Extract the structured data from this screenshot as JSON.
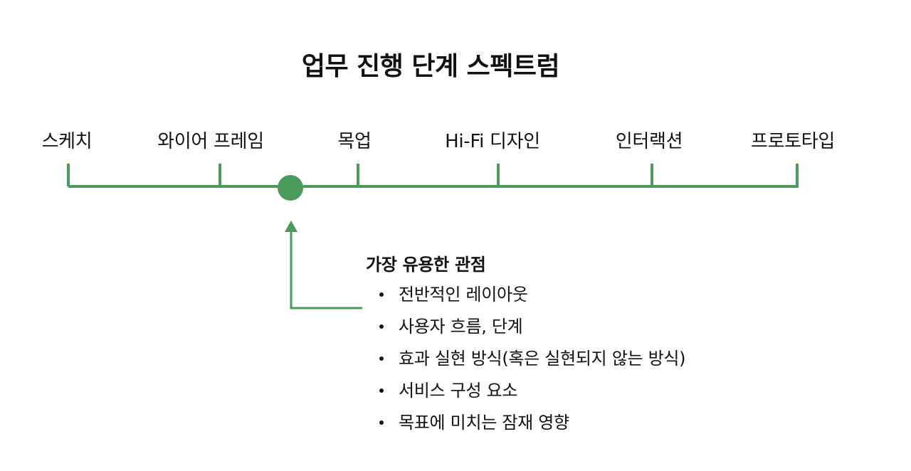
{
  "title": "업무 진행 단계 스펙트럼",
  "stages": [
    "스케치",
    "와이어 프레임",
    "목업",
    "Hi-Fi 디자인",
    "인터랙션",
    "프로토타입"
  ],
  "marker_stage_position": 1.5,
  "info": {
    "heading": "가장 유용한 관점",
    "items": [
      "전반적인 레이아웃",
      "사용자 흐름, 단계",
      "효과 실현 방식(혹은 실현되지 않는 방식)",
      "서비스 구성 요소",
      "목표에 미치는 잠재 영향"
    ]
  },
  "colors": {
    "line": "#4c9a5a",
    "marker": "#4c9a5a",
    "text": "#111111"
  }
}
